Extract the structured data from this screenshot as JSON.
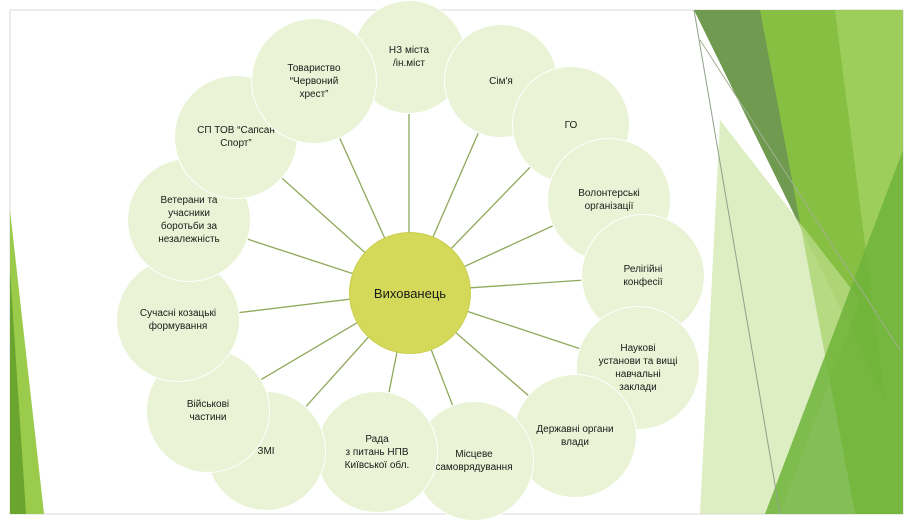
{
  "diagram": {
    "center": {
      "label": "Вихованець"
    },
    "nodes": [
      {
        "id": "nz",
        "label": "НЗ міста\n/ін.міст"
      },
      {
        "id": "family",
        "label": "Сім'я"
      },
      {
        "id": "go",
        "label": "ГО"
      },
      {
        "id": "volunteers",
        "label": "Волонтерські\nорганізації"
      },
      {
        "id": "religion",
        "label": "Релігійні\nконфесії"
      },
      {
        "id": "science",
        "label": "Наукові\nустанови та вищі\nнавчальні\nзаклади"
      },
      {
        "id": "state",
        "label": "Державні органи\nвлади"
      },
      {
        "id": "local",
        "label": "Місцеве\nсамоврядування"
      },
      {
        "id": "rada",
        "label": "Рада\nз питань НПВ\nКиївської обл."
      },
      {
        "id": "media",
        "label": "ЗМІ"
      },
      {
        "id": "military",
        "label": "Військові\nчастини"
      },
      {
        "id": "cossack",
        "label": "Сучасні козацькі\nформування"
      },
      {
        "id": "veterans",
        "label": "Ветерани та\nучасники\nборотьби за\nнезалежність"
      },
      {
        "id": "sapsan",
        "label": "СП ТОВ “Сапсан\nСпорт”"
      },
      {
        "id": "redcross",
        "label": "Товариство\n“Червоний\nхрест”"
      }
    ]
  },
  "colors": {
    "node_fill": "#eaf3d5",
    "center_fill": "#d4d95a",
    "spoke": "#8fa85a",
    "accent_green": "#7fbf3f"
  }
}
